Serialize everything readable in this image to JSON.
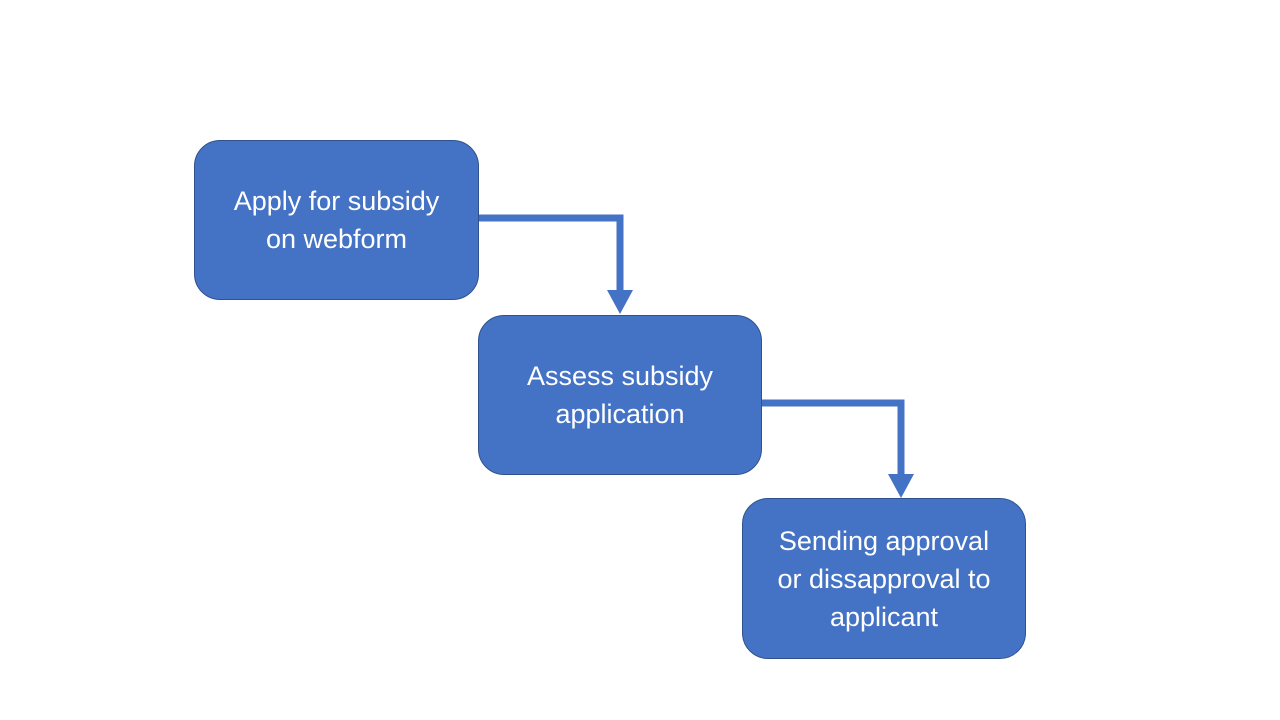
{
  "diagram": {
    "colors": {
      "box_fill": "#4472c4",
      "box_border": "#2f528f",
      "text": "#ffffff",
      "connector": "#4472c4"
    },
    "steps": [
      {
        "label": "Apply for subsidy\non webform"
      },
      {
        "label": "Assess subsidy\napplication"
      },
      {
        "label": "Sending approval\nor dissapproval to\napplicant"
      }
    ]
  }
}
